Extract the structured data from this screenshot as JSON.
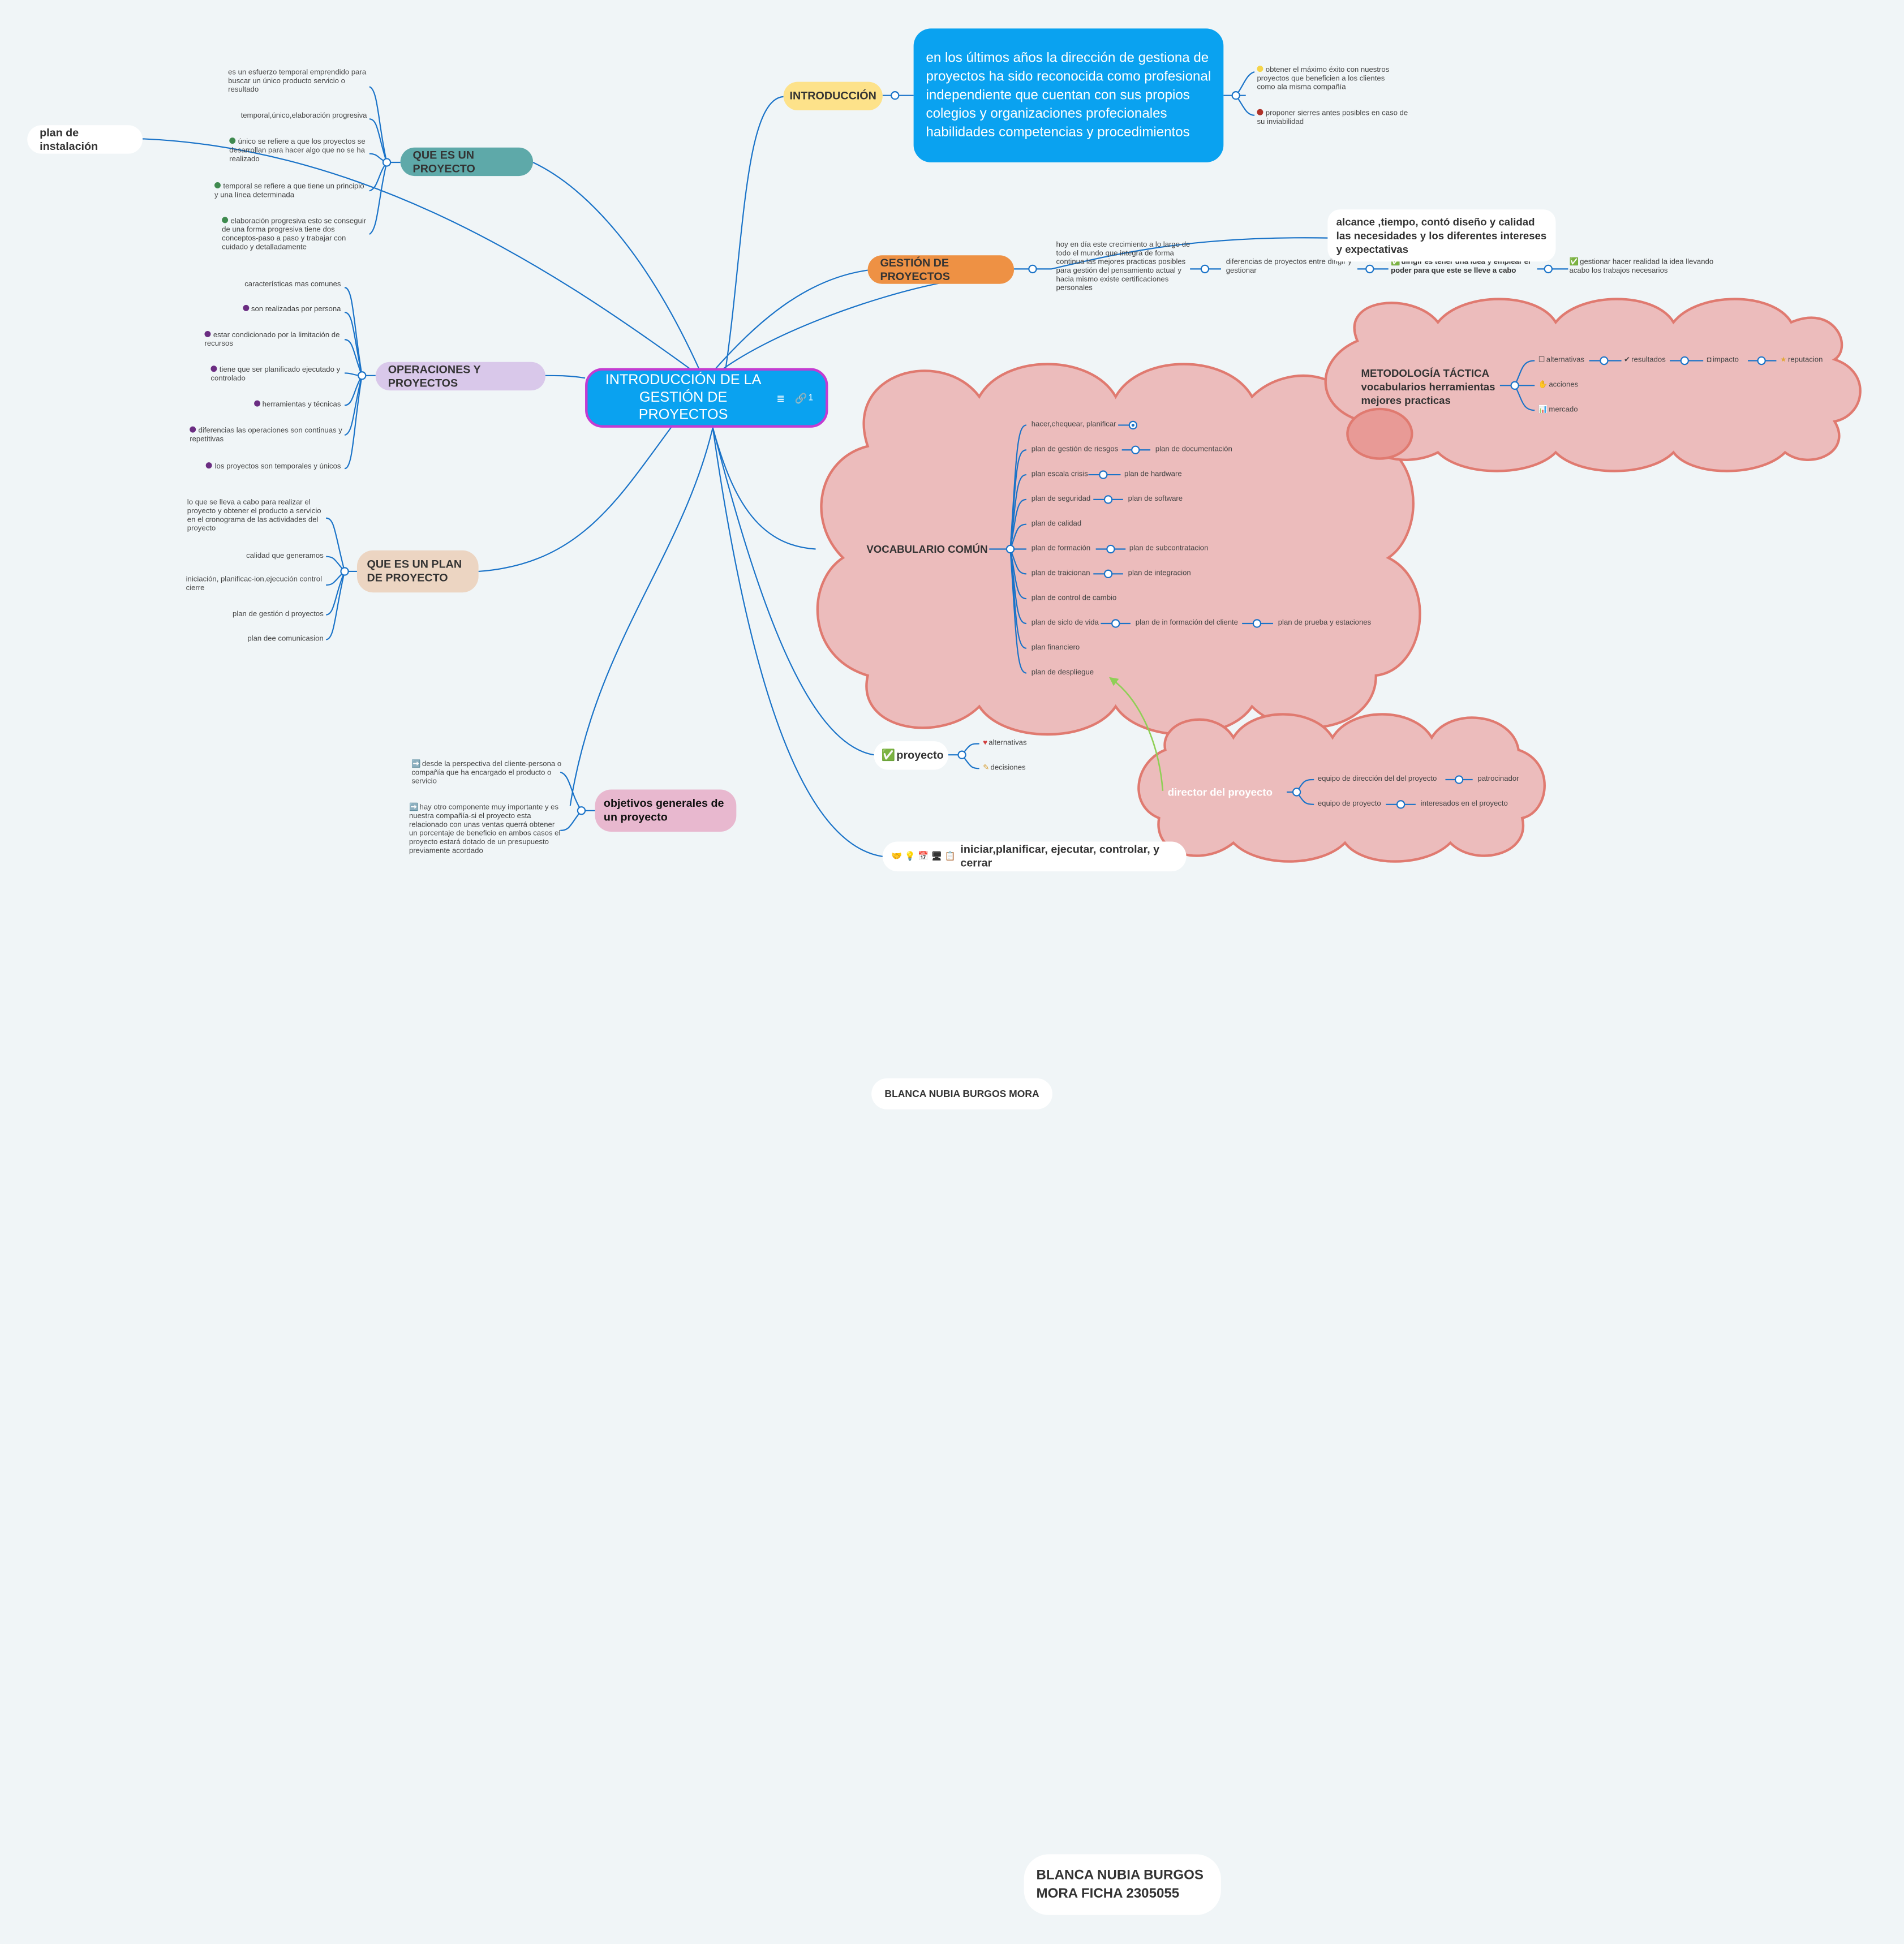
{
  "colors": {
    "line": "#1a73c8",
    "root_bg": "#0aa2f0",
    "root_border": "#c43bd1",
    "intro_bg": "#fde28a",
    "intro_text_bg": "#0aa2f0",
    "gestion_bg": "#ee9144",
    "que_es_bg": "#5ea9a9",
    "operaciones_bg": "#d9c8ea",
    "plan_bg": "#ecd5c2",
    "objetivos_bg": "#e8b8cf",
    "cloud_fill": "#ecbcbc",
    "cloud_stroke": "#e07a70",
    "dot_green": "#3f8a4f",
    "dot_purple": "#6b2d82",
    "dot_yellow": "#f5d44a",
    "dot_red": "#b0332a",
    "arrow_green": "#8fcf56"
  },
  "root": {
    "title": "INTRODUCCIÓN DE LA GESTIÓN DE PROYECTOS",
    "icons": [
      "notes-icon",
      "link-icon"
    ],
    "link_count": "1"
  },
  "introduccion": {
    "label": "INTRODUCCIÓN",
    "text": "en los últimos años la dirección de gestiona de proyectos ha  sido reconocida como profesional independiente que cuentan con sus propios colegios y organizaciones profecionales habilidades competencias y procedimientos",
    "items": [
      "obtener el máximo éxito con nuestros proyectos que beneficien a los clientes como ala misma compañía",
      "proponer sierres antes posibles en caso de su inviabilidad"
    ]
  },
  "gestion": {
    "label": "GESTIÓN DE PROYECTOS",
    "desc": "hoy en día este crecimiento a lo largo de todo el mundo que integra de forma continua las mejores practicas posibles para gestión del pensamiento actual y hacia mismo existe certificaciones personales",
    "diferencias": "diferencias de proyectos entre dirigir y gestionar",
    "dirigir": "dirigir es tener una idea  y emplear el poder para que este se lleve a cabo",
    "gestionar": "gestionar hacer realidad la idea llevando acabo los trabajos necesarios",
    "callout": "alcance ,tiempo, contó diseño y calidad las necesidades y los diferentes intereses y expectativas"
  },
  "que_es": {
    "label": "QUE ES UN PROYECTO",
    "items": [
      "es un esfuerzo temporal emprendido para buscar un único producto servicio o resultado",
      "temporal,único,elaboración progresiva",
      "único se refiere a que los proyectos se desarrollan para hacer algo que no se ha realizado",
      "temporal se refiere a que tiene un principio y una línea determinada",
      "elaboración progresiva esto se conseguir de una forma progresiva tiene dos conceptos-paso a paso y trabajar con cuidado y detalladamente"
    ],
    "plan_instalacion": "plan de instalación"
  },
  "operaciones": {
    "label": "OPERACIONES Y PROYECTOS",
    "items": [
      "características mas comunes",
      "son realizadas por persona",
      "estar condicionado por la limitación de recursos",
      "tiene que ser planificado ejecutado y controlado",
      "herramientas y técnicas",
      "diferencias las operaciones son continuas y repetitivas",
      "los proyectos son temporales y únicos"
    ]
  },
  "plan_proyecto": {
    "label": "QUE ES UN PLAN DE PROYECTO",
    "items": [
      "lo que se lleva a cabo para realizar el proyecto y obtener el producto a servicio en el cronograma de las actividades del proyecto",
      "calidad que generamos",
      "iniciación, planificac-ion,ejecución control cierre",
      "plan de gestión d proyectos",
      "plan dee comunicasion"
    ]
  },
  "objetivos": {
    "label": "objetivos generales de un proyecto",
    "items": [
      "desde la perspectiva del cliente-persona o compañía que ha encargado el producto o servicio",
      "hay otro componente muy importante y es nuestra compañía-si el proyecto esta relacionado con unas ventas querrá obtener un porcentaje de beneficio en ambos casos el proyecto estará dotado de un presupuesto previamente acordado"
    ]
  },
  "vocabulario": {
    "label": "VOCABULARIO COMÚN",
    "items": [
      "hacer,chequear, planificar",
      "plan de gestión de riesgos",
      "plan escala crisis",
      "plan de seguridad",
      "plan de calidad",
      "plan de formación",
      "plan de traicionan",
      "plan de control de cambio",
      "plan de siclo de vida",
      "plan financiero",
      "plan de despliegue"
    ],
    "sub": {
      "documentacion": "plan de documentación",
      "hardware": "plan de hardware",
      "software": "plan de software",
      "subcontratacion": "plan de subcontratacion",
      "integracion": "plan de integracion",
      "informacion": "plan de in formación del cliente",
      "prueba": "plan de prueba y estaciones"
    }
  },
  "metodologia": {
    "label": "METODOLOGÍA TÁCTICA vocabularios herramientas mejores practicas",
    "alternativas": "alternativas",
    "resultados": "resultados",
    "impacto": "impacto",
    "reputacion": "reputacion",
    "acciones": "acciones",
    "mercado": "mercado"
  },
  "proyecto": {
    "label": "proyecto",
    "items": [
      "alternativas",
      "decisiones"
    ]
  },
  "director": {
    "label": "director del proyecto",
    "equipo_direccion": "equipo de dirección del  del proyecto",
    "patrocinador": "patrocinador",
    "equipo_proyecto": "equipo de proyecto",
    "interesados": "interesados en el proyecto"
  },
  "fases": {
    "label": "iniciar,planificar, ejecutar, controlar, y cerrar"
  },
  "author1": "BLANCA NUBIA BURGOS MORA",
  "author2": "BLANCA NUBIA BURGOS MORA   FICHA 2305055"
}
